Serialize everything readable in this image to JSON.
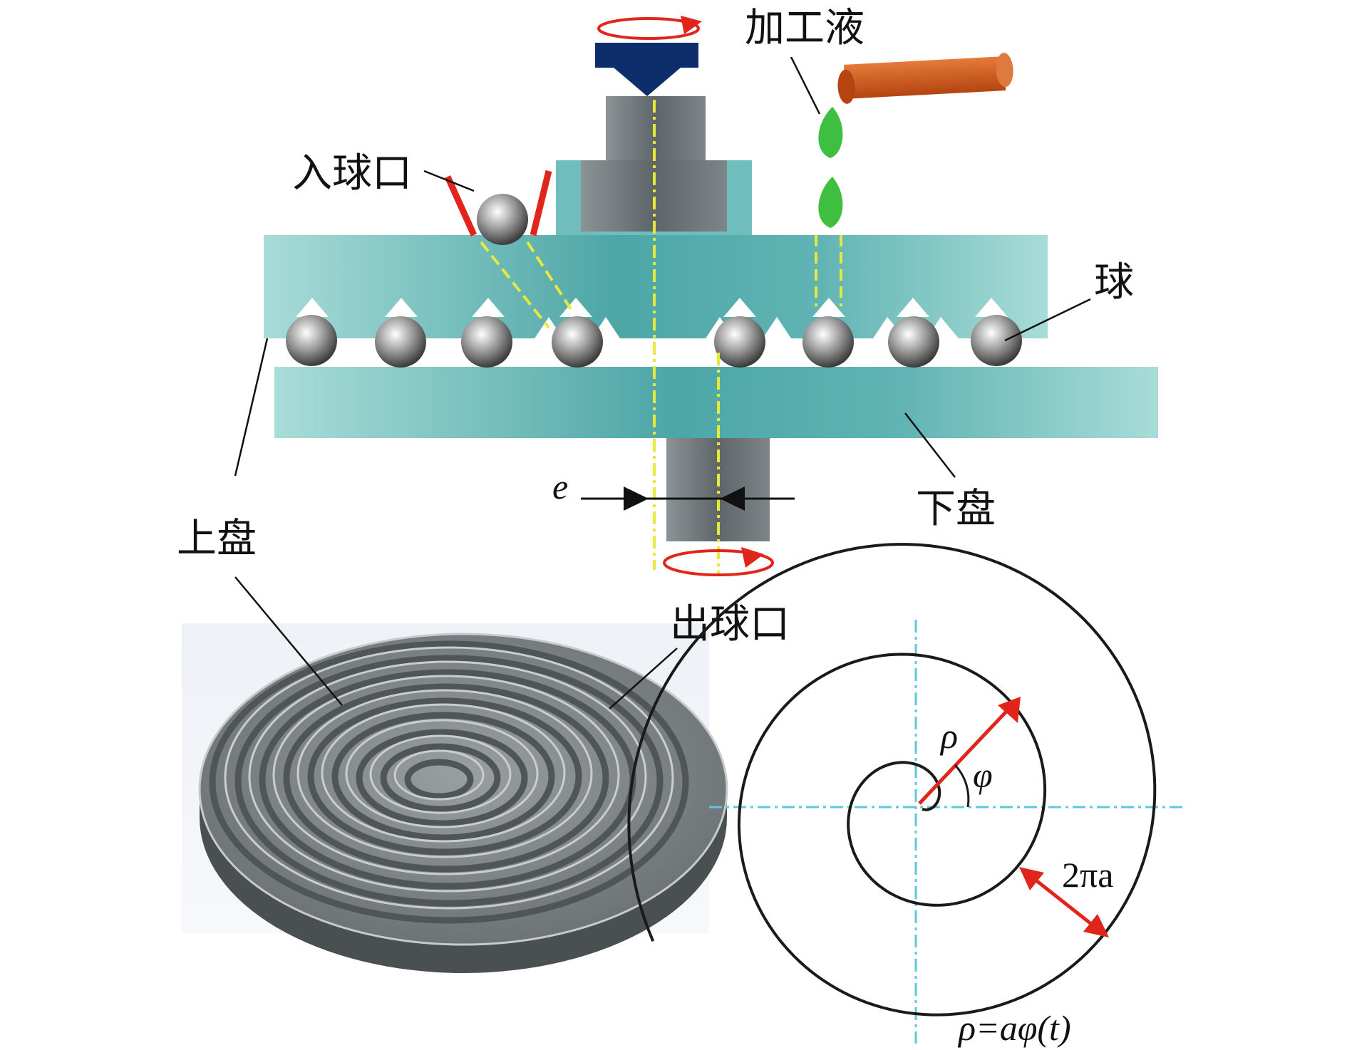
{
  "labels": {
    "fluid": "加工液",
    "ball_inlet": "入球口",
    "ball": "球",
    "lower_plate": "下盘",
    "upper_plate": "上盘",
    "ball_outlet": "出球口",
    "eccentricity": "e",
    "rho": "ρ",
    "phi": "φ",
    "pitch": "2πa",
    "equation": "ρ=aφ(t)"
  },
  "colors": {
    "plate_teal": "#5fb3b3",
    "plate_light": "#a8dcd8",
    "spindle_gray": "#6e7679",
    "arrow_navy": "#0d2e6b",
    "rotation_red": "#e0251b",
    "fluid_green": "#3fbf3f",
    "pipe_orange": "#d0581a",
    "axis_yellow": "#e6e93c",
    "axis_cyan": "#5cc8e0"
  }
}
